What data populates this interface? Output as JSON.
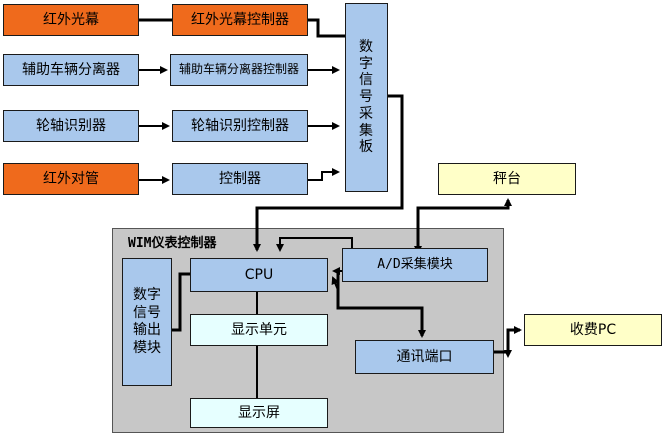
{
  "top_left": {
    "infrared_curtain": "红外光幕",
    "infrared_curtain_controller": "红外光幕控制器",
    "aux_separator": "辅助车辆分离器",
    "aux_separator_controller": "辅助车辆分离器控制器",
    "axle_identifier": "轮轴识别器",
    "axle_identifier_controller": "轮轴识别控制器",
    "infrared_pair": "红外对管",
    "controller": "控制器"
  },
  "digital_acq_board": "数字信号采集板",
  "platform": "秤台",
  "toll_pc": "收费PC",
  "wim": {
    "title": "WIM仪表控制器",
    "digital_output": "数字信号输出模块",
    "cpu": "CPU",
    "ad_module": "A/D采集模块",
    "display_unit": "显示单元",
    "comm_port": "通讯端口",
    "display_screen": "显示屏"
  },
  "colors": {
    "orange": "#ef6a1c",
    "blue": "#a9c8ec",
    "yellow": "#ffffc8",
    "cyan": "#e6ffff",
    "panel": "#c7c7c7"
  }
}
